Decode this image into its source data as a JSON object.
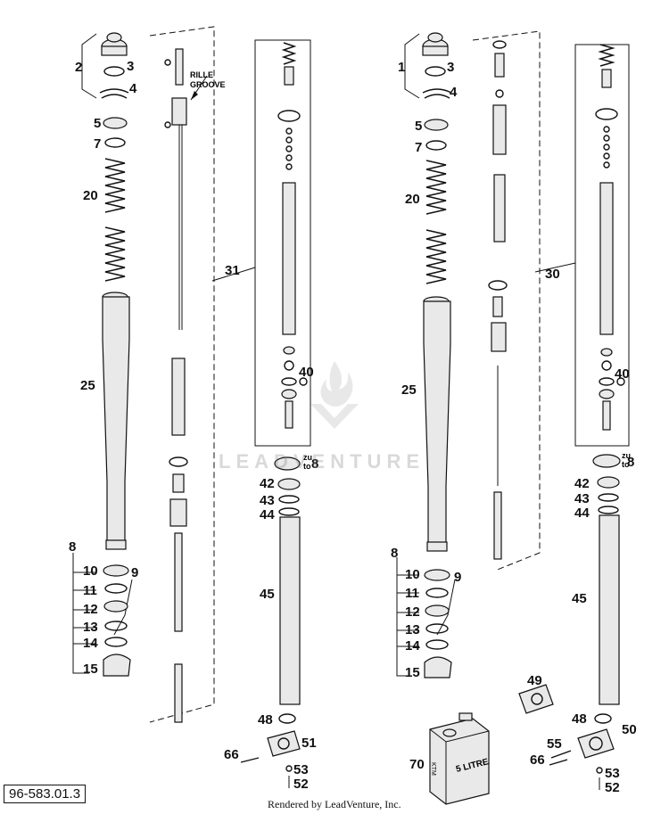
{
  "diagram": {
    "doc_number": "96-583.01.3",
    "footer": "Rendered by LeadVenture, Inc.",
    "watermark": "LEADVENTURE",
    "groove_label_1": "RILLE",
    "groove_label_2": "GROOVE",
    "zu_label": "zu",
    "to_label": "to",
    "can_label": "5 LITRE",
    "can_side_label": "KTM",
    "left": {
      "c2": "2",
      "c3": "3",
      "c4": "4",
      "c5": "5",
      "c7": "7",
      "c20": "20",
      "c25": "25",
      "c8": "8",
      "c10": "10",
      "c11": "11",
      "c9": "9",
      "c12": "12",
      "c13": "13",
      "c14": "14",
      "c15": "15",
      "c31": "31",
      "c40": "40",
      "c8b": "8",
      "c42": "42",
      "c43": "43",
      "c44": "44",
      "c45": "45",
      "c48": "48",
      "c51": "51",
      "c66": "66",
      "c53": "53",
      "c52": "52"
    },
    "right": {
      "c1": "1",
      "c3": "3",
      "c4": "4",
      "c5": "5",
      "c7": "7",
      "c20": "20",
      "c25": "25",
      "c8": "8",
      "c10": "10",
      "c11": "11",
      "c9": "9",
      "c12": "12",
      "c13": "13",
      "c14": "14",
      "c15": "15",
      "c30": "30",
      "c40": "40",
      "c8b": "8",
      "c42": "42",
      "c43": "43",
      "c44": "44",
      "c45": "45",
      "c49": "49",
      "c48": "48",
      "c50": "50",
      "c70": "70",
      "c55": "55",
      "c66": "66",
      "c53": "53",
      "c52": "52"
    }
  }
}
